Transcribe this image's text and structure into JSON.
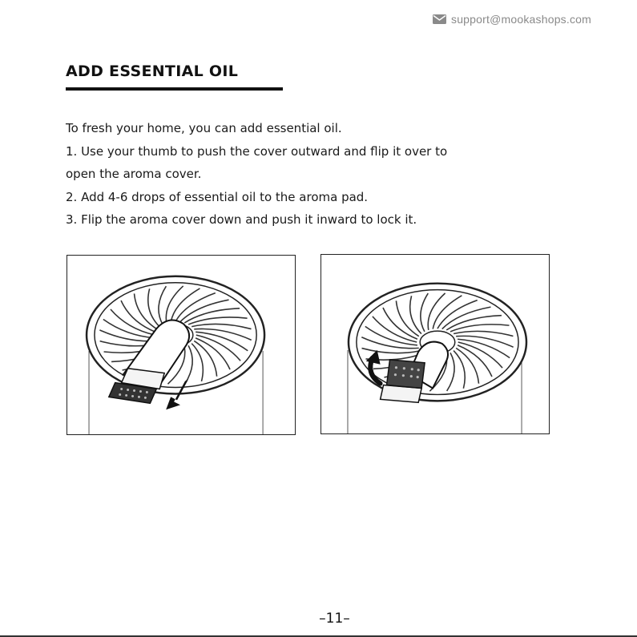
{
  "header": {
    "email": "support@mookashops.com"
  },
  "section": {
    "title": "ADD ESSENTIAL OIL",
    "intro": "To fresh your home, you can add essential oil.",
    "steps": [
      "1. Use your thumb to push the cover outward and flip it over to",
      "open the aroma cover.",
      "2. Add 4-6 drops of essential oil to the aroma pad.",
      "3. Flip the aroma cover down and push it inward to lock it."
    ]
  },
  "footer": {
    "page_number": "–11–"
  },
  "icons": {
    "header": "mail-icon",
    "figure_left_arrow": "arrow-down-icon",
    "figure_right_arrow": "curved-arrow-icon"
  },
  "colors": {
    "text": "#1a1a1a",
    "muted": "#8a8a8a",
    "rule": "#111111"
  }
}
